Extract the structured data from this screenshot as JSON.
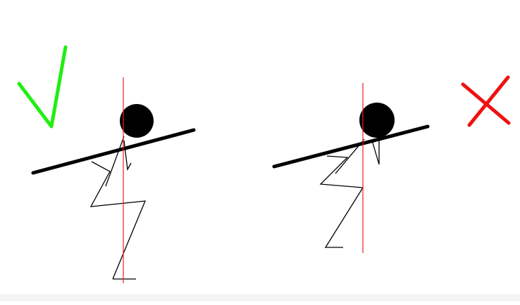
{
  "figure": {
    "panels": [
      {
        "id": "correct",
        "verdict": "correct",
        "mark": "check-icon",
        "mark_color": "#22ee11"
      },
      {
        "id": "incorrect",
        "verdict": "incorrect",
        "mark": "cross-icon",
        "mark_color": "#ee1111"
      }
    ],
    "colors": {
      "figure_stroke": "#000000",
      "bar": "#000000",
      "head": "#000000",
      "reference_line": "#ee2222",
      "background": "#ffffff",
      "bottom_band": "#f4f4f4"
    }
  }
}
